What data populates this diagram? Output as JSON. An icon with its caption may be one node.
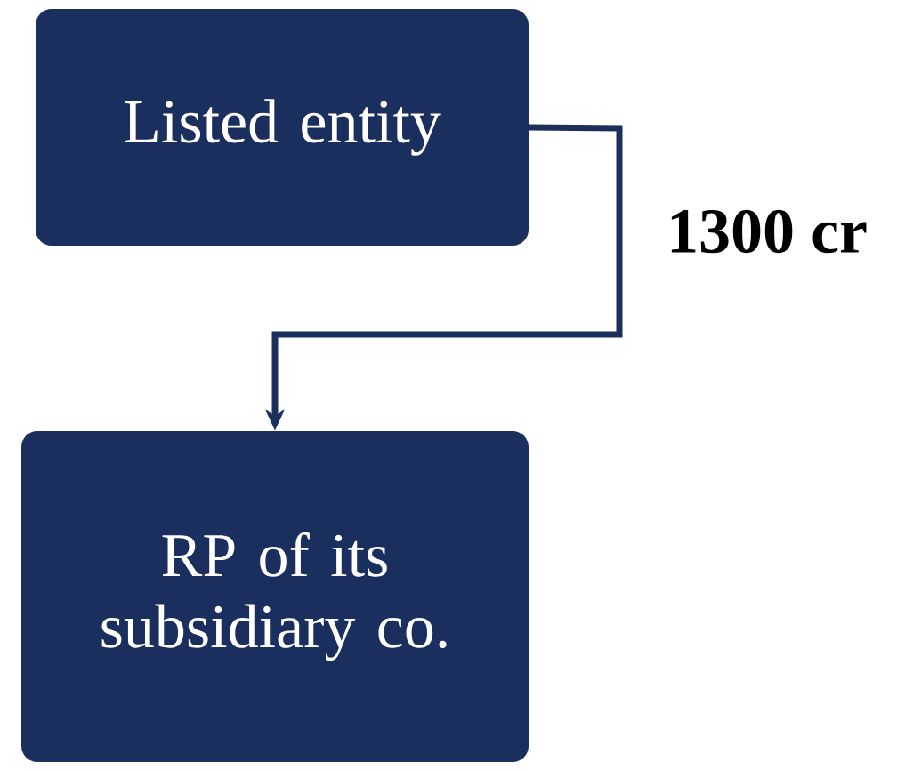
{
  "diagram": {
    "nodes": [
      {
        "text": [
          "Listed entity"
        ]
      },
      {
        "text": [
          "RP of its subsidiary co."
        ]
      }
    ],
    "edges": [
      {
        "from": 0,
        "to": 1,
        "arrow": "to",
        "label": "1300 cr"
      }
    ]
  }
}
